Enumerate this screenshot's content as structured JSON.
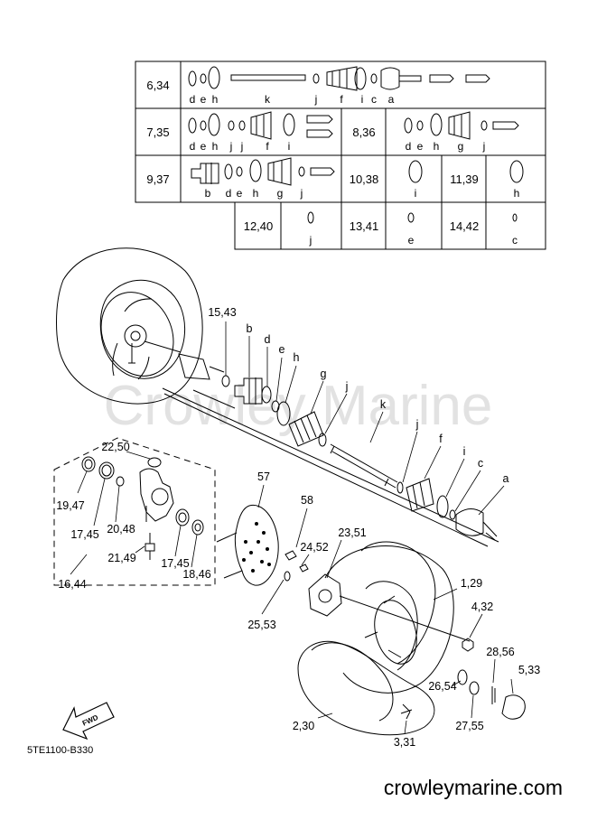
{
  "table": {
    "rows": [
      {
        "id": "6,34",
        "letters": [
          "d",
          "e",
          "h",
          "k",
          "j",
          "f",
          "i",
          "c",
          "a"
        ]
      },
      {
        "id": "7,35",
        "letters": [
          "d",
          "e",
          "h",
          "j",
          "j",
          "f",
          "i"
        ]
      },
      {
        "id": "8,36",
        "letters": [
          "d",
          "e",
          "h",
          "g",
          "j"
        ]
      },
      {
        "id": "9,37",
        "letters": [
          "b",
          "d",
          "e",
          "h",
          "g",
          "j"
        ]
      },
      {
        "id": "10,38",
        "letters": [
          "i"
        ]
      },
      {
        "id": "11,39",
        "letters": [
          "h"
        ]
      },
      {
        "id": "12,40",
        "letters": [
          "j"
        ]
      },
      {
        "id": "13,41",
        "letters": [
          "e"
        ]
      },
      {
        "id": "14,42",
        "letters": [
          "c"
        ]
      }
    ]
  },
  "callouts": {
    "c15_43": "15,43",
    "b": "b",
    "d": "d",
    "e": "e",
    "h": "h",
    "g": "g",
    "j1": "j",
    "k": "k",
    "j2": "j",
    "f": "f",
    "i": "i",
    "c": "c",
    "a": "a",
    "c22_50": "22,50",
    "c19_47": "19,47",
    "c17_45a": "17,45",
    "c20_48": "20,48",
    "c21_49": "21,49",
    "c17_45b": "17,45",
    "c18_46": "18,46",
    "c16_44": "16,44",
    "c57": "57",
    "c58": "58",
    "c24_52": "24,52",
    "c23_51": "23,51",
    "c25_53": "25,53",
    "c1_29": "1,29",
    "c4_32": "4,32",
    "c28_56": "28,56",
    "c5_33": "5,33",
    "c26_54": "26,54",
    "c27_55": "27,55",
    "c2_30": "2,30",
    "c3_31": "3,31"
  },
  "fwd_label": "FWD",
  "diagram_code": "5TE1100-B330",
  "watermark": "Crowley Marine",
  "website": "crowleymarine.com"
}
